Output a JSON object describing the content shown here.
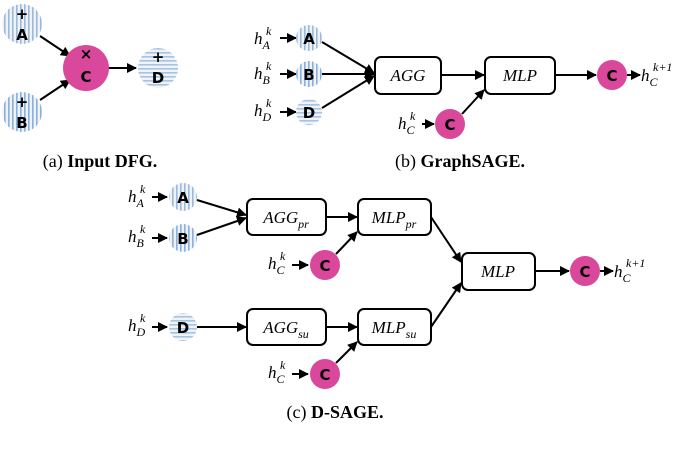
{
  "nodes": {
    "A": "A",
    "B": "B",
    "C": "C",
    "D": "D"
  },
  "operators": {
    "A": "+",
    "B": "+",
    "C": "×",
    "D": "+"
  },
  "math": {
    "h": "h",
    "k": "k",
    "k_plus_1": "k+1",
    "sub_A": "A",
    "sub_B": "B",
    "sub_C": "C",
    "sub_D": "D"
  },
  "boxes": {
    "agg": "AGG",
    "mlp": "MLP",
    "agg_main": "AGG",
    "agg_pr_sub": "pr",
    "agg_su_sub": "su",
    "mlp_main": "MLP",
    "mlp_pr_sub": "pr",
    "mlp_su_sub": "su"
  },
  "captions": {
    "a_prefix": "(a) ",
    "a_bold": "Input DFG.",
    "b_prefix": "(b) ",
    "b_bold": "GraphSAGE.",
    "c_prefix": "(c) ",
    "c_bold": "D-SAGE."
  },
  "colors": {
    "c_node_fill": "#d9489b",
    "a_node_stripe": "#9db8d8",
    "b_node_stripe": "#8cb0d8",
    "d_node_stripe": "#a8c2e0",
    "node_bg": "#eef3fa"
  }
}
